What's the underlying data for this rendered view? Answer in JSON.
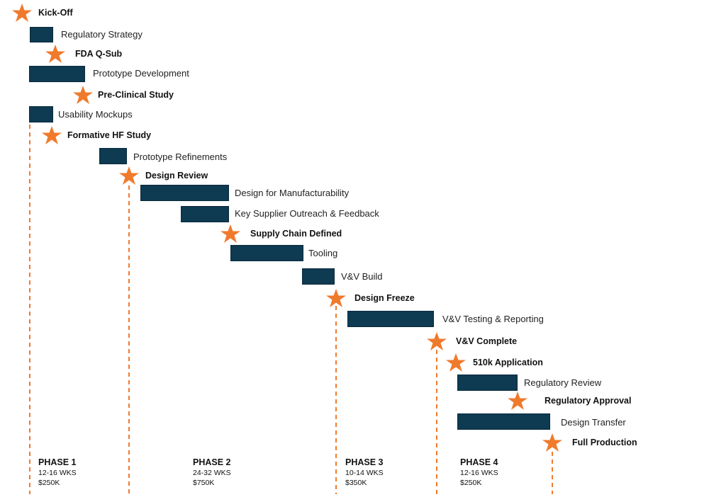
{
  "colors": {
    "bar": "#0e3a52",
    "milestone_star": "#f07a2c",
    "phase_divider": "#f07a2c",
    "text": "#222222"
  },
  "milestones": [
    {
      "label": "Kick-Off",
      "icon": "star-icon"
    },
    {
      "label": "FDA Q-Sub",
      "icon": "star-icon"
    },
    {
      "label": "Pre-Clinical Study",
      "icon": "star-icon"
    },
    {
      "label": "Formative HF Study",
      "icon": "star-icon"
    },
    {
      "label": "Design Review",
      "icon": "star-icon"
    },
    {
      "label": "Supply Chain Defined",
      "icon": "star-icon"
    },
    {
      "label": "Design Freeze",
      "icon": "star-icon"
    },
    {
      "label": "V&V Complete",
      "icon": "star-icon"
    },
    {
      "label": "510k Application",
      "icon": "star-icon"
    },
    {
      "label": "Regulatory Approval",
      "icon": "star-icon"
    },
    {
      "label": "Full Production",
      "icon": "star-icon"
    }
  ],
  "tasks": [
    {
      "label": "Regulatory Strategy"
    },
    {
      "label": "Prototype Development"
    },
    {
      "label": "Usability Mockups"
    },
    {
      "label": "Prototype Refinements"
    },
    {
      "label": "Design for Manufacturability"
    },
    {
      "label": "Key Supplier Outreach & Feedback"
    },
    {
      "label": "Tooling"
    },
    {
      "label": "V&V Build"
    },
    {
      "label": "V&V Testing & Reporting"
    },
    {
      "label": "Regulatory Review"
    },
    {
      "label": "Design Transfer"
    }
  ],
  "phases": [
    {
      "name": "PHASE 1",
      "duration": "12-16 WKS",
      "budget": "$250K"
    },
    {
      "name": "PHASE 2",
      "duration": "24-32 WKS",
      "budget": "$750K"
    },
    {
      "name": "PHASE 3",
      "duration": "10-14 WKS",
      "budget": "$350K"
    },
    {
      "name": "PHASE 4",
      "duration": "12-16 WKS",
      "budget": "$250K"
    }
  ]
}
